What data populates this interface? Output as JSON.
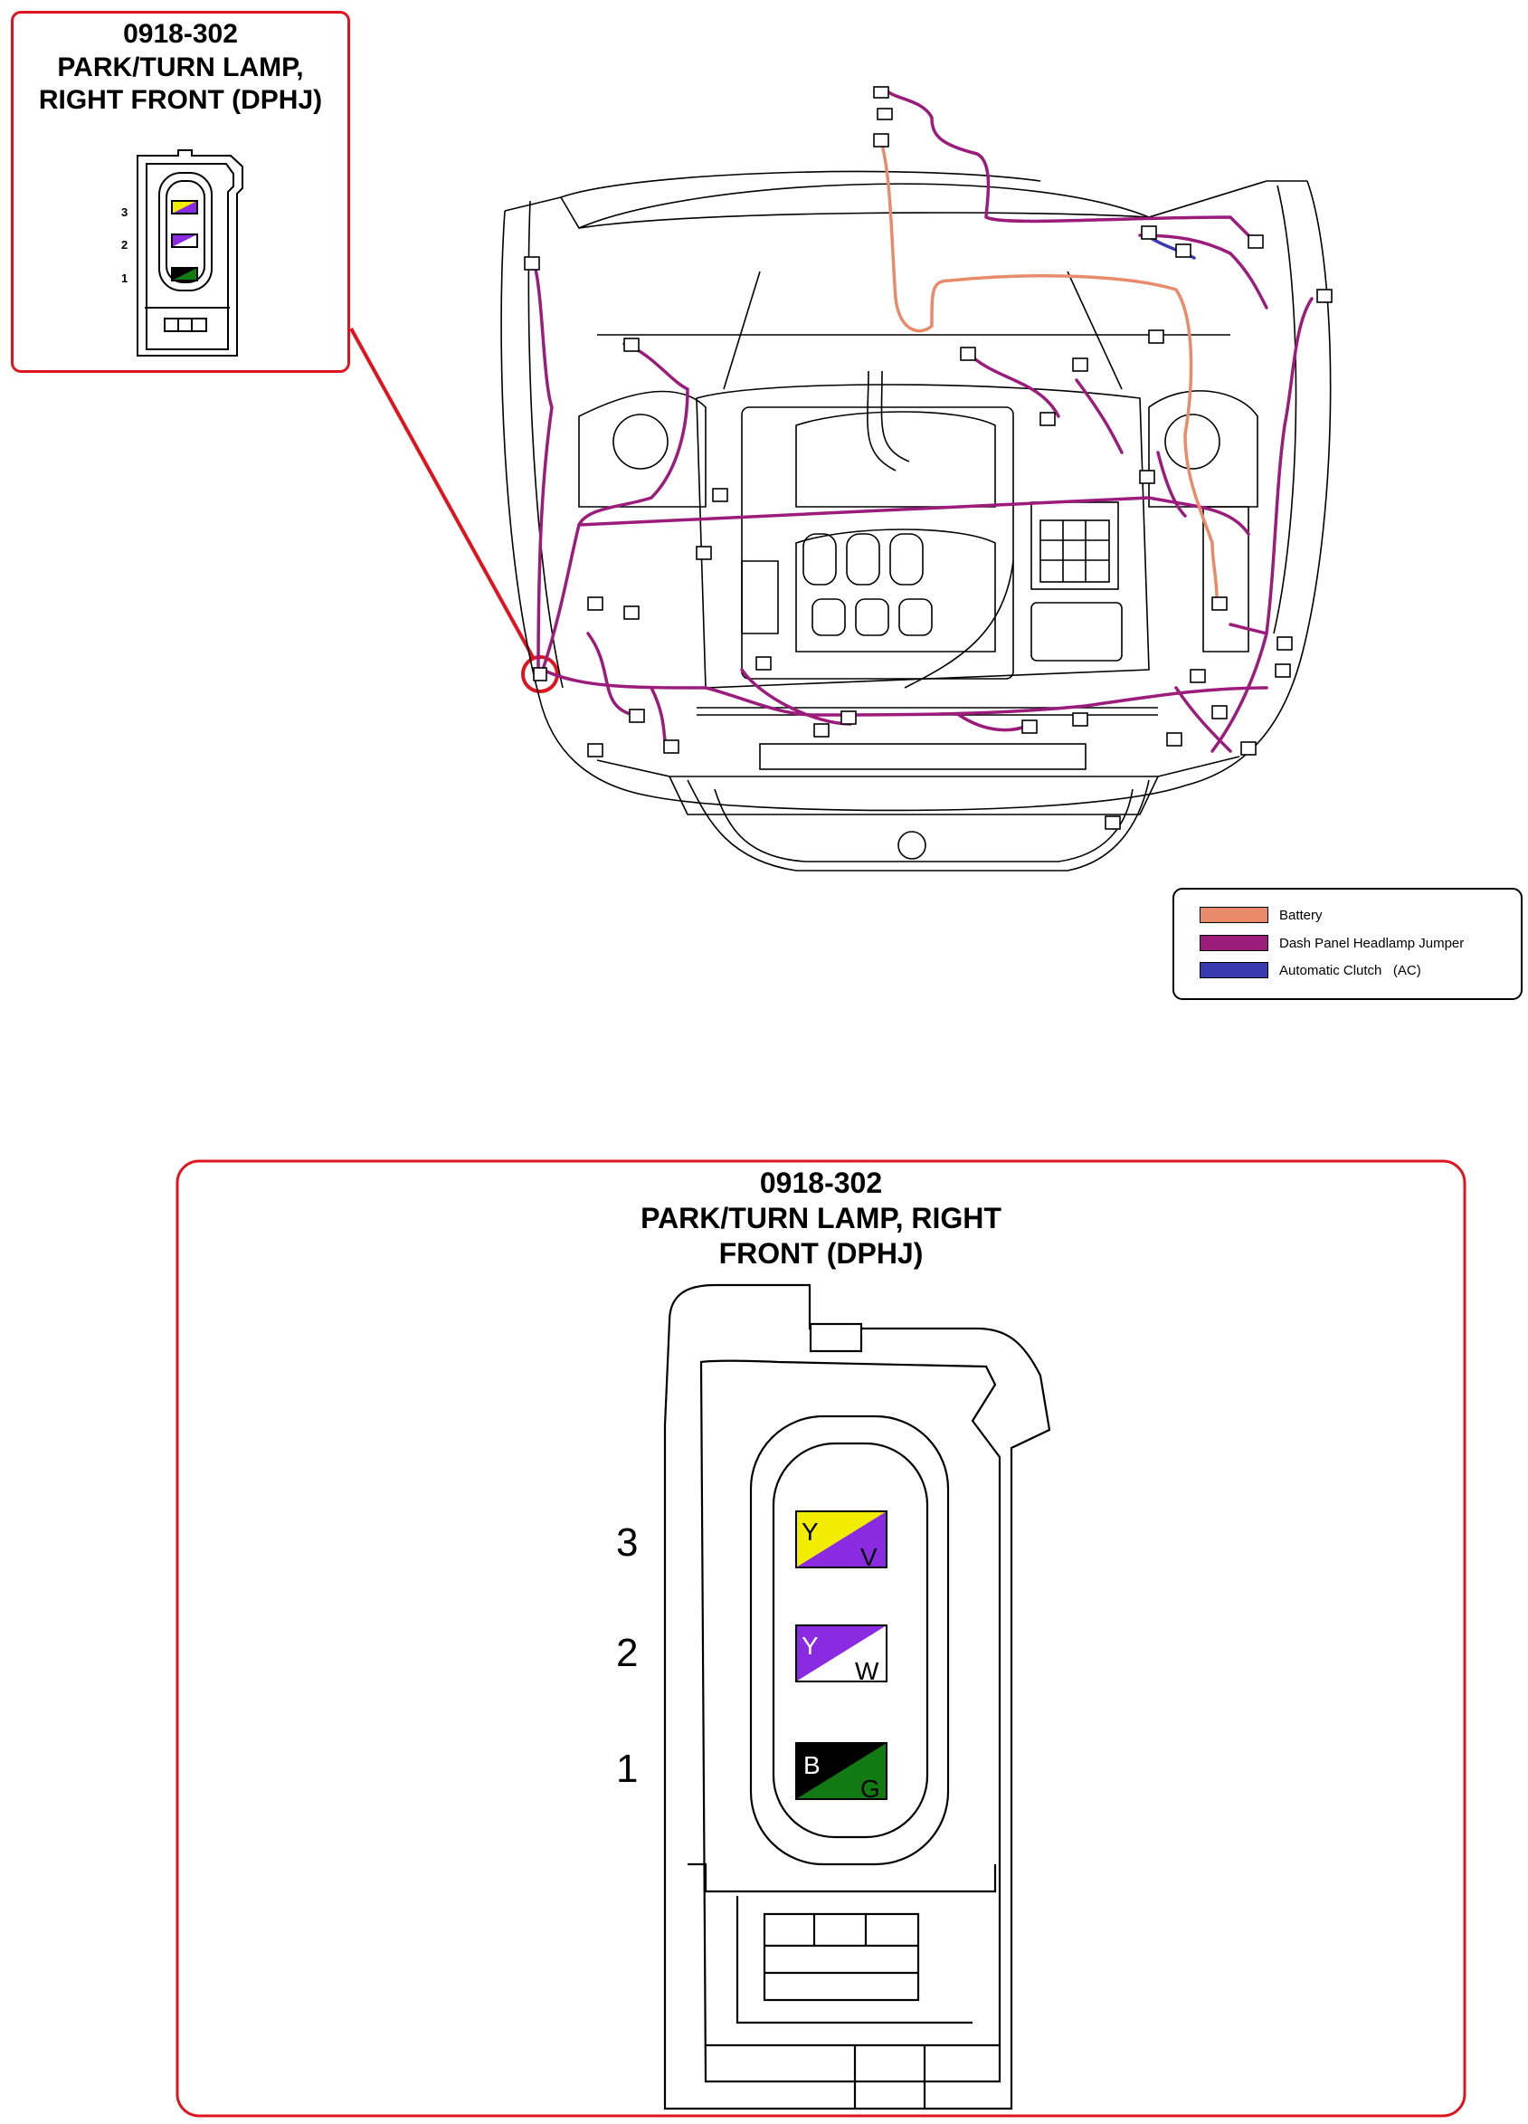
{
  "inset": {
    "code": "0918-302",
    "line1": "PARK/TURN LAMP,",
    "line2": "RIGHT FRONT (DPHJ)",
    "pins": [
      "3",
      "2",
      "1"
    ]
  },
  "detail": {
    "code": "0918-302",
    "line1": "PARK/TURN LAMP, RIGHT",
    "line2": "FRONT (DPHJ)",
    "pins": [
      {
        "number": "3",
        "top": "Y",
        "bottom": "V",
        "top_color": "#f2ec00",
        "bottom_color": "#8a2be2"
      },
      {
        "number": "2",
        "top": "Y",
        "bottom": "W",
        "top_color": "#8a2be2",
        "bottom_color": "#ffffff"
      },
      {
        "number": "1",
        "top": "B",
        "bottom": "G",
        "top_color": "#000000",
        "bottom_color": "#127a12"
      }
    ]
  },
  "legend": [
    {
      "label": "Battery",
      "color": "#e98a6a"
    },
    {
      "label": "Dash Panel Headlamp Jumper",
      "color": "#9c1c7c"
    },
    {
      "label": "Automatic Clutch   (AC)",
      "color": "#3a3ab0"
    }
  ],
  "colors": {
    "accent_red": "#e0141e",
    "harness": "#9c1c7c",
    "battery": "#e98a6a",
    "clutch": "#3a3ab0"
  }
}
